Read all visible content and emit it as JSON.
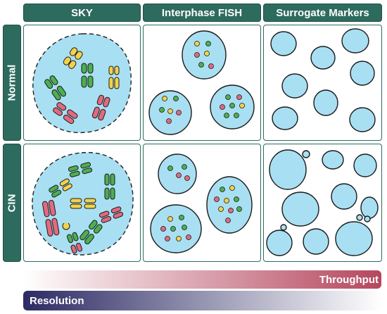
{
  "columns": [
    "SKY",
    "Interphase FISH",
    "Surrogate Markers"
  ],
  "rows": [
    "Normal",
    "CIN"
  ],
  "axes": {
    "throughput": "Throughput",
    "resolution": "Resolution"
  },
  "colors": {
    "header_bg": "#2d6b5e",
    "nucleus_fill": "#a9dff2",
    "chrom_green": "#4caf50",
    "chrom_yellow": "#f2d24b",
    "chrom_pink": "#e06a7f",
    "throughput_bar": "#b5475e",
    "resolution_bar": "#2c2a63"
  }
}
